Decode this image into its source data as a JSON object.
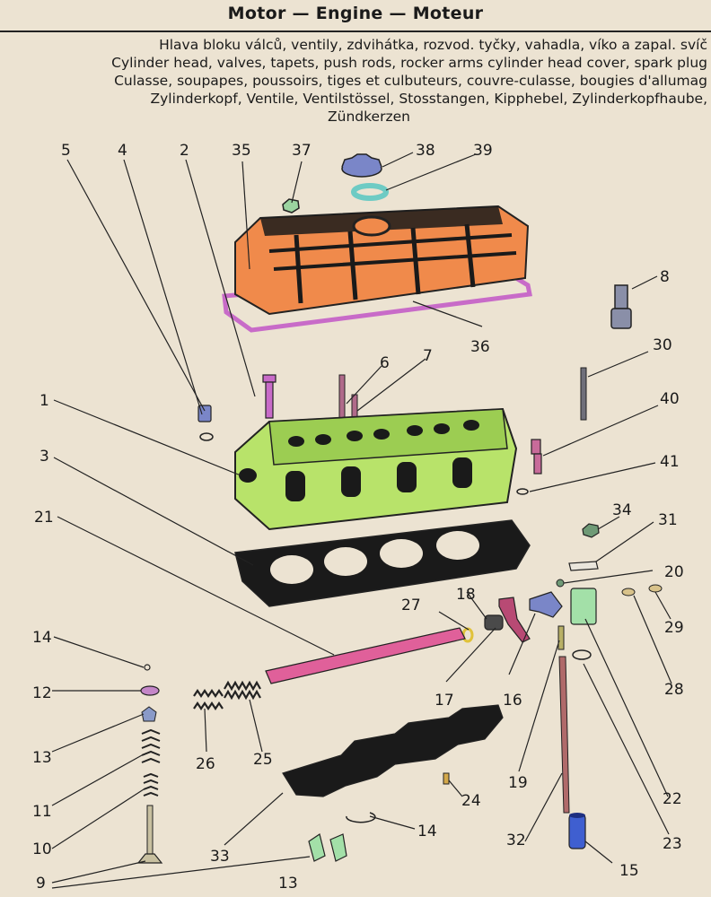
{
  "header": {
    "title": "Motor — Engine — Moteur",
    "lines": [
      "Hlava bloku válců, ventily, zdvihátka, rozvod. tyčky, vahadla, víko a zapal. svíč",
      "Cylinder head, valves, tapets, push rods, rocker arms cylinder head cover, spark plug",
      "Culasse, soupapes, poussoirs, tiges et culbuteurs, couvre-culasse, bougies d'allumag",
      "Zylinderkopf, Ventile, Ventilstössel, Stosstangen, Kipphebel, Zylinderkopfhaube,",
      "Zündkerzen"
    ]
  },
  "parts": {
    "p1": "1",
    "p2": "2",
    "p3": "3",
    "p4": "4",
    "p5": "5",
    "p6": "6",
    "p7": "7",
    "p8": "8",
    "p9": "9",
    "p10": "10",
    "p11": "11",
    "p12": "12",
    "p13": "13",
    "p13b": "13",
    "p14": "14",
    "p14b": "14",
    "p15": "15",
    "p16": "16",
    "p17": "17",
    "p18": "18",
    "p19": "19",
    "p20": "20",
    "p21": "21",
    "p22": "22",
    "p23": "23",
    "p24": "24",
    "p25": "25",
    "p26": "26",
    "p27": "27",
    "p28": "28",
    "p29": "29",
    "p30": "30",
    "p31": "31",
    "p32": "32",
    "p33": "33",
    "p34": "34",
    "p35": "35",
    "p36": "36",
    "p37": "37",
    "p38": "38",
    "p39": "39",
    "p40": "40",
    "p41": "41"
  },
  "colors": {
    "background": "#ece3d2",
    "cover": "#f08a4b",
    "head": "#b8e36a",
    "gasket_purple": "#c86bc8",
    "pushrod_pink": "#e0609a",
    "nut_blue": "#7a86c8",
    "washer_teal": "#6ecbc4",
    "bolt_gray": "#8a8fa8",
    "plug_pink": "#c86b9a",
    "sleeve_green": "#a3e0a8",
    "tappet_blue": "#3f5fd0"
  }
}
